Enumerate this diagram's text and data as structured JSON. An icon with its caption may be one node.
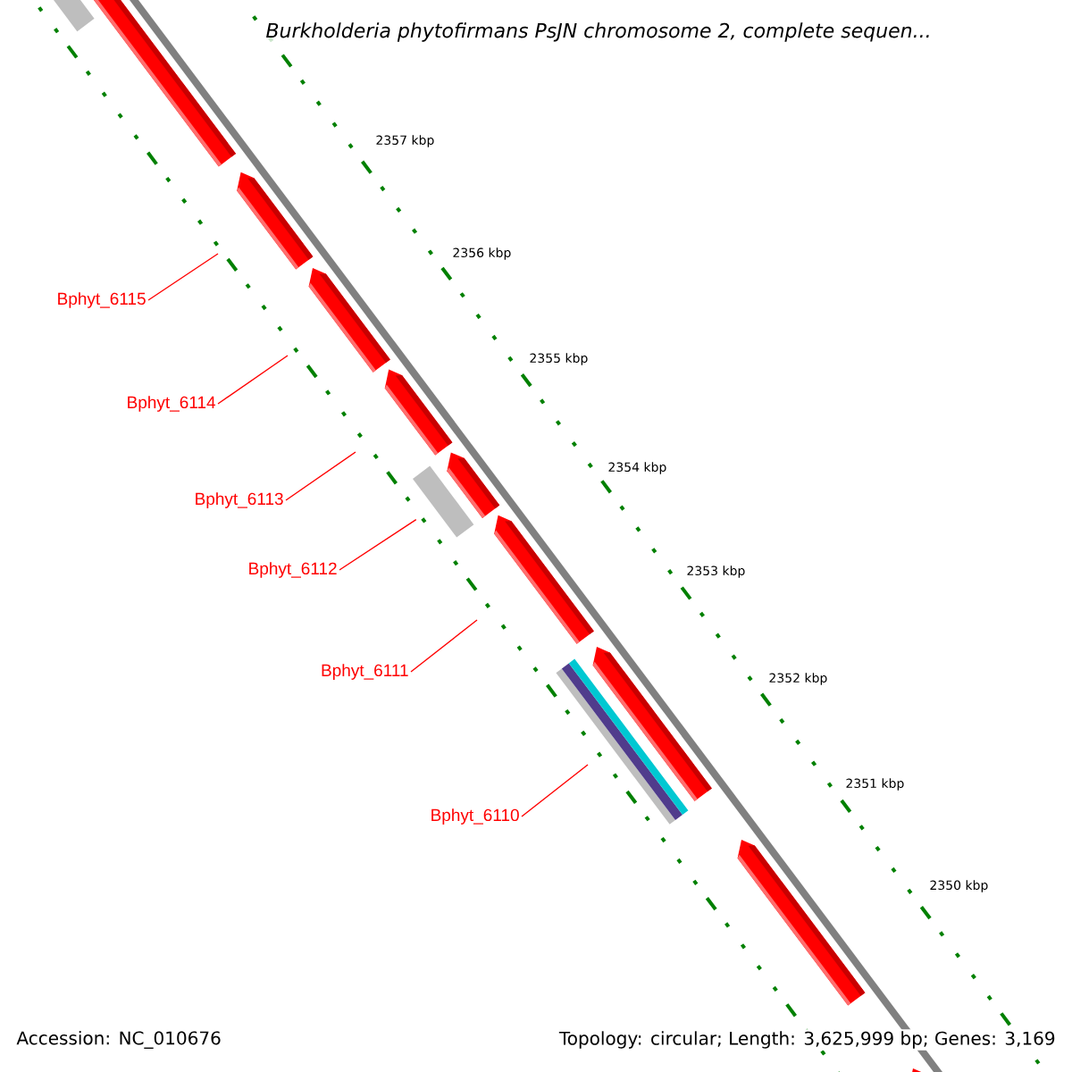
{
  "diagram": {
    "title": "Burkholderia phytofirmans PsJN chromosome 2, complete sequen...",
    "nodes": [
      {
        "text": [
          "Bphyt_6115"
        ]
      },
      {
        "text": [
          "Bphyt_6114"
        ]
      },
      {
        "text": [
          "Bphyt_6113"
        ]
      },
      {
        "text": [
          "Bphyt_6112"
        ]
      },
      {
        "text": [
          "Bphyt_6111"
        ]
      },
      {
        "text": [
          "Bphyt_6110"
        ]
      },
      {
        "text": [],
        "shape": "bar"
      }
    ],
    "edges": [
      {
        "from": 0,
        "to": null,
        "arrow": "none"
      },
      {
        "from": 1,
        "to": null,
        "arrow": "none"
      },
      {
        "from": 2,
        "to": null,
        "arrow": "none"
      },
      {
        "from": 3,
        "to": 6,
        "arrow": "none"
      },
      {
        "from": 4,
        "to": null,
        "arrow": "none"
      },
      {
        "from": 5,
        "to": null,
        "arrow": "none"
      }
    ],
    "labels": [
      "2357 kbp",
      "2356 kbp",
      "2355 kbp",
      "2354 kbp",
      "2353 kbp",
      "2352 kbp",
      "2351 kbp",
      "2350 kbp",
      "Accession: NC_010676",
      "Topology: circular; Length: 3,625,999 bp; Genes: 3,169"
    ]
  }
}
